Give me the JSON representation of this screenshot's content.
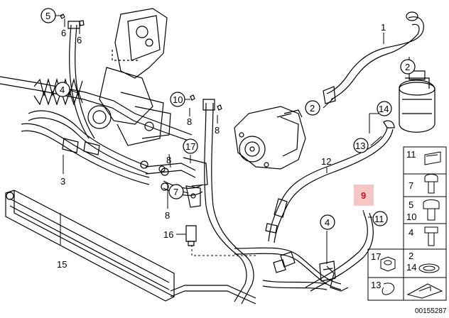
{
  "diagram": {
    "callouts": {
      "c1": "1",
      "c2a": "2",
      "c2b": "2",
      "c3": "3",
      "c4a": "4",
      "c4b": "4",
      "c5": "5",
      "c6a": "6",
      "c6b": "6",
      "c7": "7",
      "c8a": "8",
      "c8b": "8",
      "c8c": "8",
      "c8d": "8",
      "c9": "9",
      "c10": "10",
      "c11": "11",
      "c12": "12",
      "c13": "13",
      "c14": "14",
      "c15": "15",
      "c16": "16",
      "c17": "17"
    },
    "highlighted_part": "9",
    "legend": {
      "r1": "11",
      "r2": "7",
      "r3a": "5",
      "r3b": "10",
      "r4": "4",
      "r5a": "17",
      "r5b": "2",
      "r5c": "14",
      "r6": "13"
    },
    "reference_number": "00155287",
    "colors": {
      "highlight_fill": "#f4c6c6",
      "highlight_text": "#c8102e",
      "line": "#000000"
    }
  }
}
